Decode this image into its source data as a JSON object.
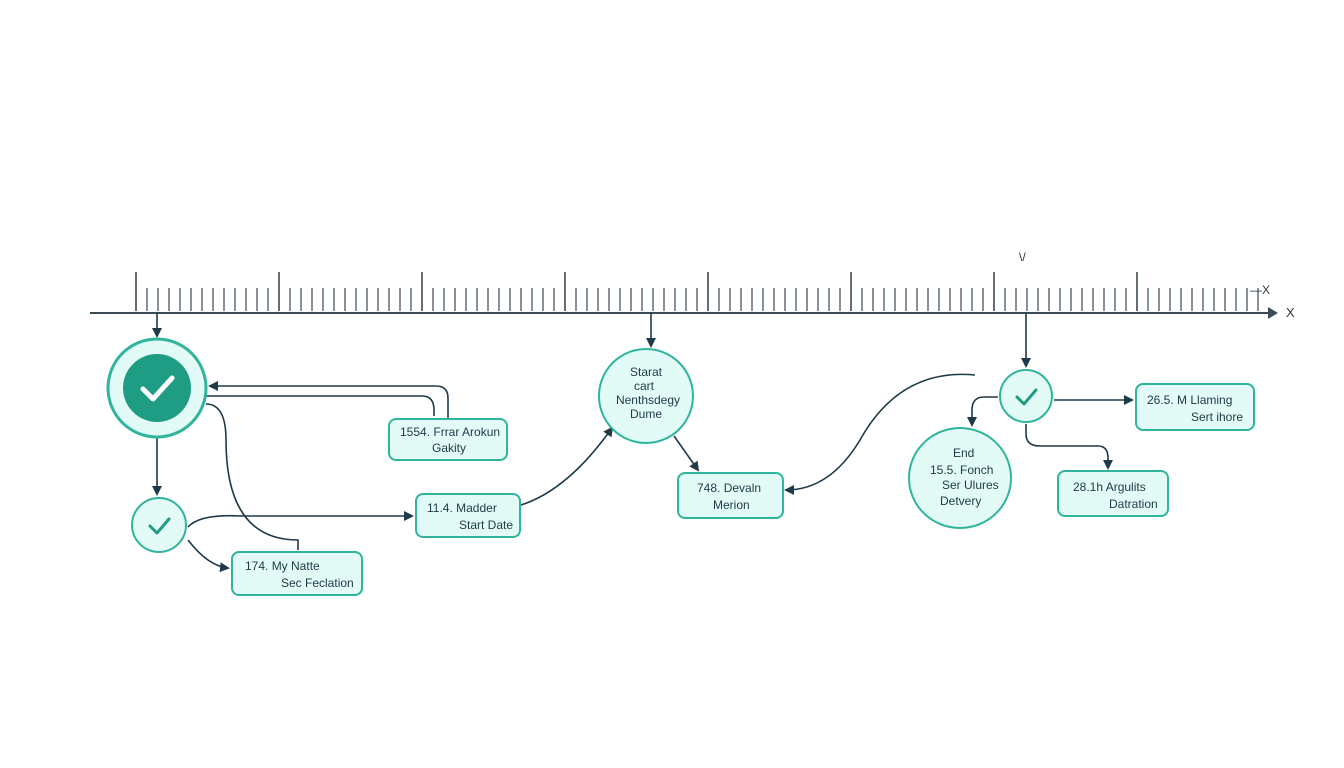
{
  "axis": {
    "x_label": "X",
    "top_marker": "\\/",
    "end_marker": "—X"
  },
  "nodes": {
    "start_check": {
      "icon": "check-icon"
    },
    "check_small_left": {
      "icon": "check-icon"
    },
    "check_small_right": {
      "icon": "check-icon"
    },
    "box_1554": {
      "line1": "1554. Frrar Arokun",
      "line2": "Gakity"
    },
    "box_114": {
      "line1": "11.4. Madder",
      "line2": "Start Date"
    },
    "box_174": {
      "line1": "174. My Natte",
      "line2": "Sec Feclation"
    },
    "circle_start": {
      "line1": "Starat",
      "line2": "cart",
      "line3": "Nenthsdegy",
      "line4": "Dume"
    },
    "box_748": {
      "line1": "748. Devaln",
      "line2": "Merion"
    },
    "circle_end": {
      "line1": "End",
      "line2": "15.5. Fonch",
      "line3": "Ser Ulures",
      "line4": "Detvery"
    },
    "box_264": {
      "line1": "26.5. M Llaming",
      "line2": "Sert ihore"
    },
    "box_281": {
      "line1": "28.1h Argulits",
      "line2": "Datration"
    }
  },
  "colors": {
    "accent": "#2fb59c",
    "accent_dark": "#1e9d84",
    "fill": "#e2fbf7",
    "line": "#1f3a48",
    "axis": "#3a4a54"
  }
}
